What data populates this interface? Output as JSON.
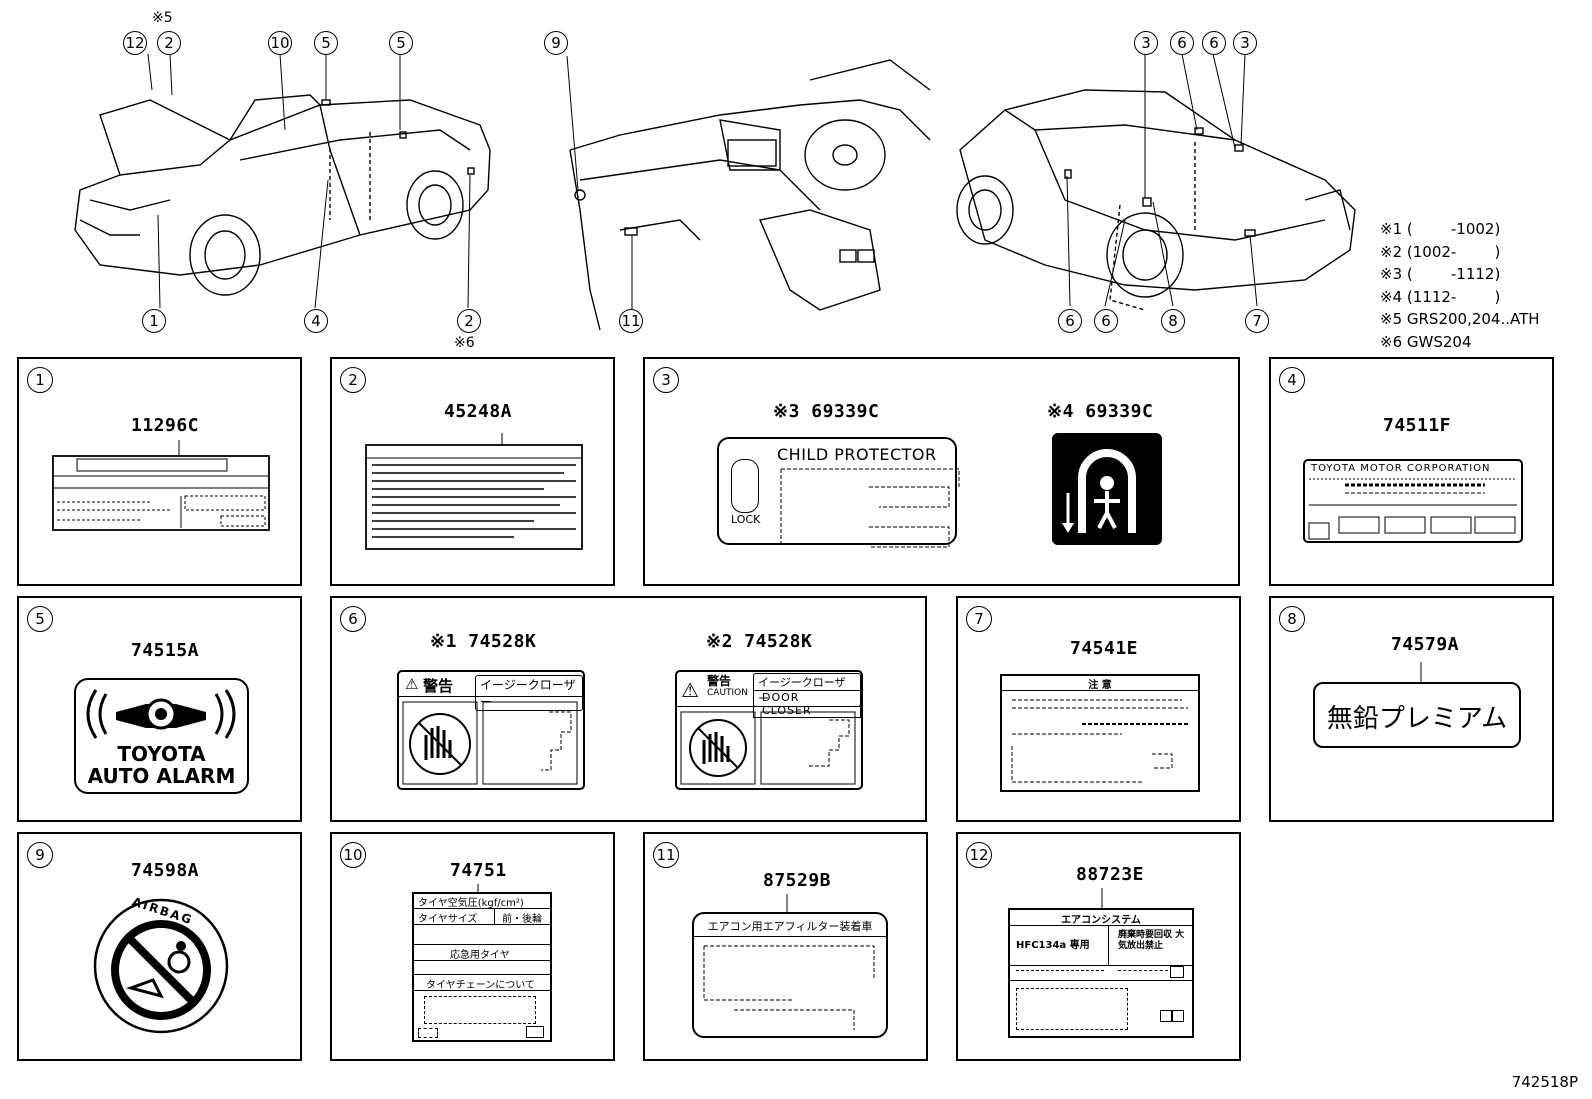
{
  "figure_id": "742518P",
  "overview_callouts": {
    "c12": "12",
    "c2a": "2",
    "c10": "10",
    "c5a": "5",
    "c5b": "5",
    "c9": "9",
    "c3a": "3",
    "c6a": "6",
    "c6b": "6",
    "c3b": "3",
    "c1": "1",
    "c4": "4",
    "c2b": "2",
    "c11": "11",
    "c6c": "6",
    "c6d": "6",
    "c8": "8",
    "c7": "7"
  },
  "callout_notes": {
    "note5": "※5",
    "note6": "※6"
  },
  "notes": [
    "※1 (        -1002)",
    "※2 (1002-        )",
    "※3 (        -1112)",
    "※4 (1112-        )",
    "※5 GRS200,204..ATH",
    "※6 GWS204"
  ],
  "panels": {
    "p1": {
      "num": "1",
      "code": "11296C"
    },
    "p2": {
      "num": "2",
      "code": "45248A"
    },
    "p3": {
      "num": "3",
      "code_a": "※3 69339C",
      "code_b": "※4 69339C",
      "label_title": "CHILD  PROTECTOR",
      "label_lock": "LOCK"
    },
    "p4": {
      "num": "4",
      "code": "74511F",
      "label_title": "TOYOTA MOTOR CORPORATION"
    },
    "p5": {
      "num": "5",
      "code": "74515A",
      "line1": "TOYOTA",
      "line2": "AUTO ALARM"
    },
    "p6": {
      "num": "6",
      "code_a": "※1 74528K",
      "code_b": "※2 74528K",
      "warn": "警告",
      "easy_closer": "イージークローザー",
      "caution": "CAUTION",
      "door_closer": "DOOR CLOSER"
    },
    "p7": {
      "num": "7",
      "code": "74541E",
      "label_title": "注 意"
    },
    "p8": {
      "num": "8",
      "code": "74579A",
      "text": "無鉛プレミアム"
    },
    "p9": {
      "num": "9",
      "code": "74598A",
      "text": "AIRBAG"
    },
    "p10": {
      "num": "10",
      "code": "74751",
      "row1": "タイヤ空気圧(kgf/cm²)",
      "row2a": "タイヤサイズ",
      "row2b": "前・後輪",
      "row3": "応急用タイヤ",
      "row4": "タイヤチェーンについて"
    },
    "p11": {
      "num": "11",
      "code": "87529B",
      "text": "エアコン用エアフィルター装着車"
    },
    "p12": {
      "num": "12",
      "code": "88723E",
      "title": "エアコンシステム",
      "hfc": "HFC134a 専用",
      "recover": "廃棄時要回収 大気放出禁止"
    }
  }
}
